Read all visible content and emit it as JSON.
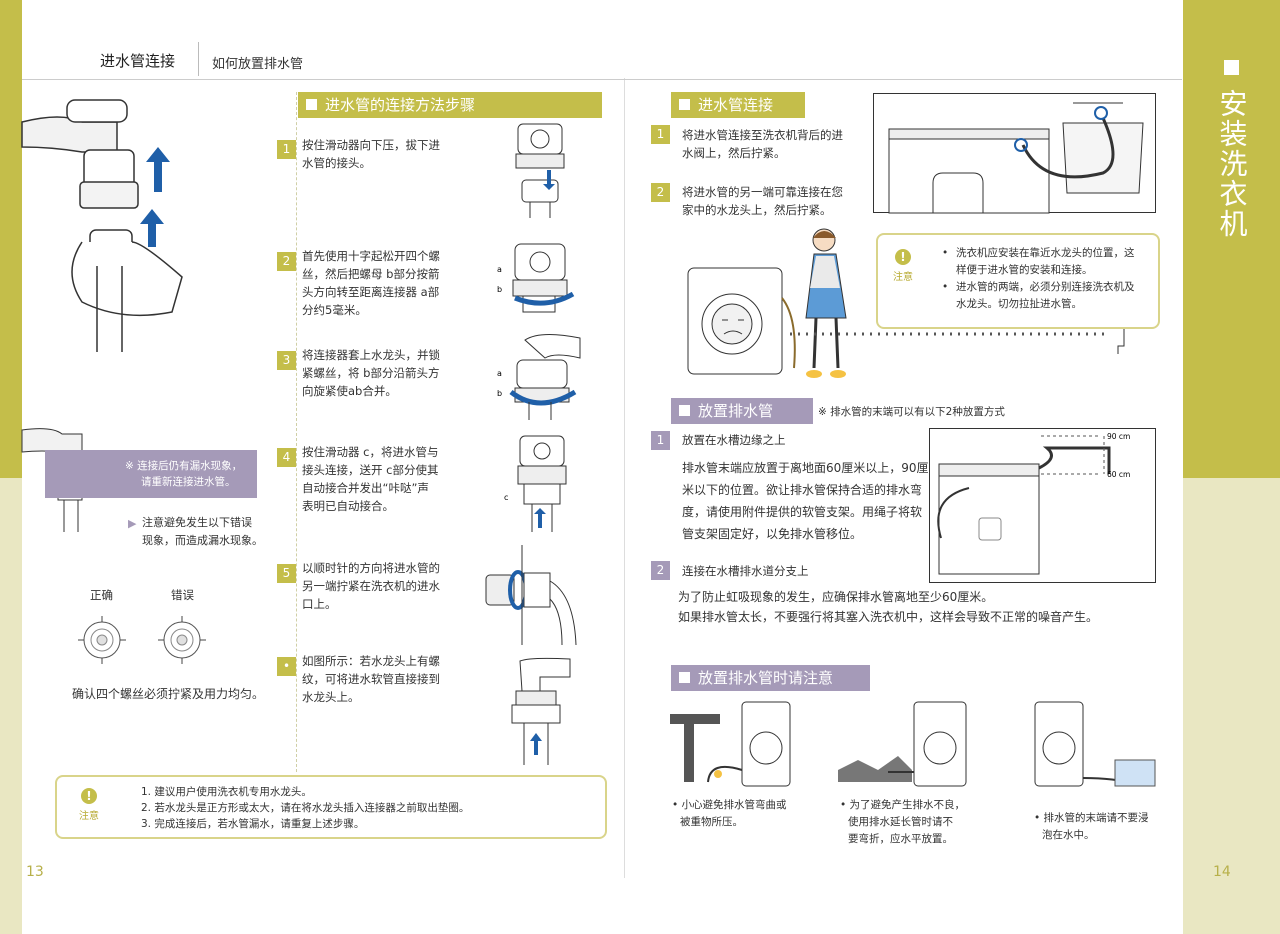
{
  "header": {
    "main_title": "进水管连接",
    "sub_title": "如何放置排水管"
  },
  "side_title": "安装洗衣机",
  "page_numbers": {
    "left": "13",
    "right": "14"
  },
  "left": {
    "section_title": "进水管的连接方法步骤",
    "steps": [
      {
        "num": "1",
        "lines": [
          "按住滑动器向下压，拔下进",
          "水管的接头。"
        ]
      },
      {
        "num": "2",
        "lines": [
          "首先使用十字起松开四个螺",
          "丝，然后把螺母 b部分按箭",
          "头方向转至距离连接器 a部",
          "分约5毫米。"
        ]
      },
      {
        "num": "3",
        "lines": [
          "将连接器套上水龙头，并锁",
          "紧螺丝，将 b部分沿箭头方",
          "向旋紧使ab合并。"
        ]
      },
      {
        "num": "4",
        "lines": [
          "按住滑动器 c，将进水管与",
          "接头连接，送开 c部分使其",
          "自动接合并发出“咔哒”声",
          "表明已自动接合。"
        ]
      },
      {
        "num": "5",
        "lines": [
          "以顺时针的方向将进水管的",
          "另一端拧紧在洗衣机的进水",
          "口上。"
        ]
      },
      {
        "num": "•",
        "lines": [
          "如图所示：若水龙头上有螺",
          "纹，可将进水软管直接接到",
          "水龙头上。"
        ]
      }
    ],
    "leak_note": [
      "※ 连接后仍有漏水现象，",
      "请重新连接进水管。"
    ],
    "attention_note": [
      "注意避免发生以下错误",
      "现象，而造成漏水现象。"
    ],
    "correct_label": "正确",
    "wrong_label": "错误",
    "screw_note": "确认四个螺丝必须拧紧及用力均匀。",
    "diagram_labels": {
      "a": "a",
      "b": "b",
      "c": "c"
    },
    "caution": {
      "label": "注意",
      "items": [
        "1. 建议用户使用洗衣机专用水龙头。",
        "2. 若水龙头是正方形或太大，请在将水龙头插入连接器之前取出垫圈。",
        "3. 完成连接后，若水管漏水，请重复上述步骤。"
      ]
    }
  },
  "right": {
    "inlet": {
      "title": "进水管连接",
      "steps": [
        {
          "num": "1",
          "lines": [
            "将进水管连接至洗衣机背后的进",
            "水阀上，然后拧紧。"
          ]
        },
        {
          "num": "2",
          "lines": [
            "将进水管的另一端可靠连接在您",
            "家中的水龙头上，然后拧紧。"
          ]
        }
      ],
      "caution_label": "注意",
      "caution_items": [
        [
          "洗衣机应安装在靠近水龙头的位置，这",
          "样便于进水管的安装和连接。"
        ],
        [
          "进水管的两端，必须分别连接洗衣机及",
          "水龙头。切勿拉扯进水管。"
        ]
      ]
    },
    "drain": {
      "title": "放置排水管",
      "note": "※ 排水管的末端可以有以下2种放置方式",
      "step1_num": "1",
      "step1_title": "放置在水槽边缘之上",
      "step1_lines": [
        "排水管末端应放置于离地面60厘米以上，90厘",
        "米以下的位置。欲让排水管保持合适的排水弯",
        "度，请使用附件提供的软管支架。用绳子将软",
        "管支架固定好，以免排水管移位。"
      ],
      "dim_90": "90 cm",
      "dim_60": "60 cm",
      "step2_num": "2",
      "step2_title": "连接在水槽排水道分支上",
      "step2_lines": [
        "为了防止虹吸现象的发生，应确保排水管离地至少60厘米。",
        "如果排水管太长，不要强行将其塞入洗衣机中，这样会导致不正常的噪音产生。"
      ]
    },
    "precautions": {
      "title": "放置排水管时请注意",
      "items": [
        [
          "• 小心避免排水管弯曲或",
          "被重物所压。"
        ],
        [
          "• 为了避免产生排水不良，",
          "使用排水延长管时请不",
          "要弯折，应水平放置。"
        ],
        [
          "• 排水管的末端请不要浸",
          "泡在水中。"
        ]
      ]
    }
  },
  "colors": {
    "olive": "#c4be4a",
    "light_olive": "#e9e7c2",
    "purple": "#a59ab8"
  }
}
